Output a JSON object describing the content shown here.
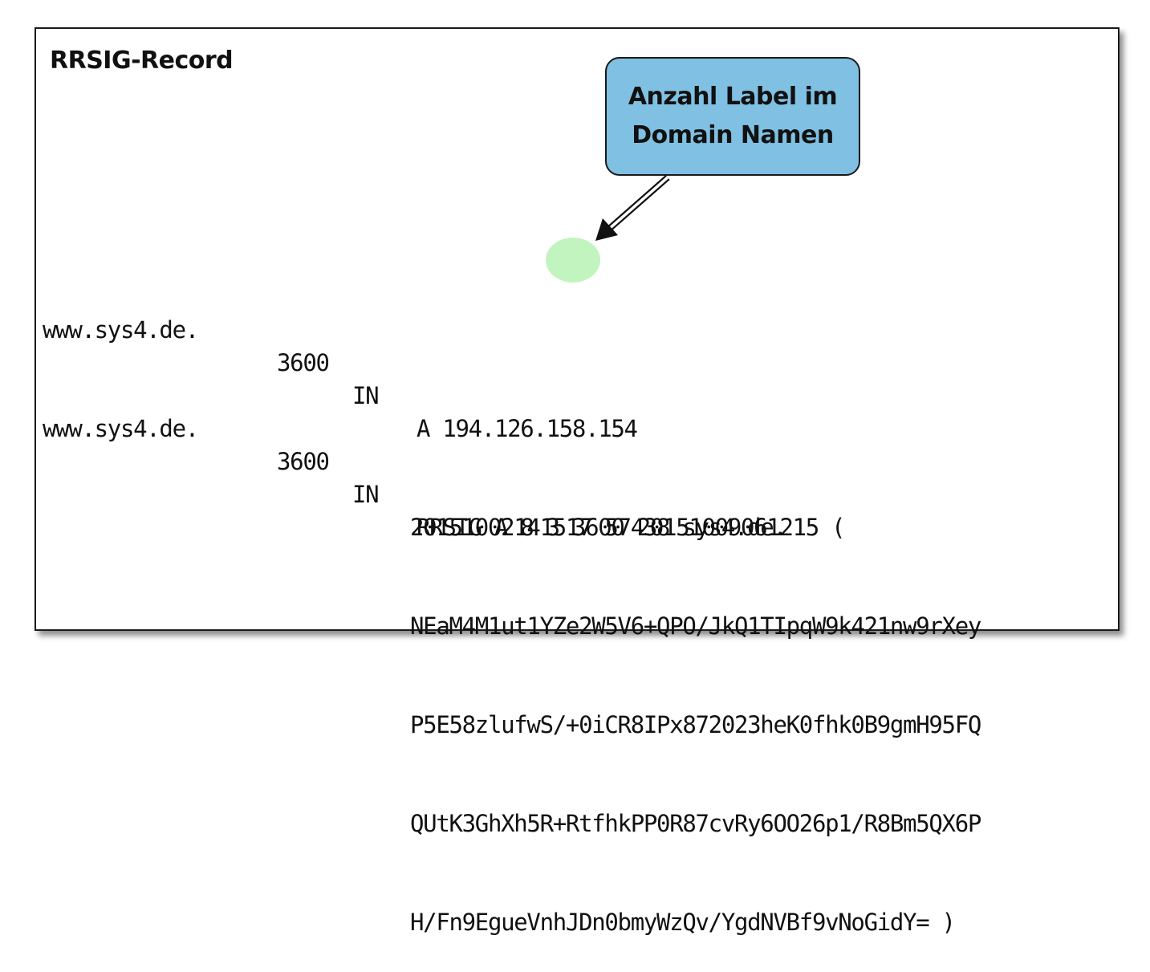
{
  "title": "RRSIG-Record",
  "callout": {
    "line1": "Anzahl Label im",
    "line2": "Domain Namen"
  },
  "records": [
    {
      "name": "www.sys4.de.",
      "ttl": "3600",
      "class": "IN",
      "rdata": "A 194.126.158.154"
    },
    {
      "name": "www.sys4.de.",
      "ttl": "3600",
      "class": "IN",
      "rdata": "RRSIG A 8 3 3600 20151009061215 ("
    }
  ],
  "continuation": [
    "20151002141517 57438 sys4.de.",
    "NEaM4M1ut1YZe2W5V6+QPO/JkQ1TIpqW9k421nw9rXey",
    "P5E58zlufwS/+0iCR8IPx872023heK0fhk0B9gmH95FQ",
    "QUtK3GhXh5R+RtfhkPP0R87cvRy6OO26p1/R8Bm5QX6P",
    "H/Fn9EgueVnhJDn0bmyWzQv/YgdNVBf9vNoGidY= )"
  ],
  "colors": {
    "callout_fill": "#7fc0e3",
    "highlight": "#b6f2b4"
  }
}
